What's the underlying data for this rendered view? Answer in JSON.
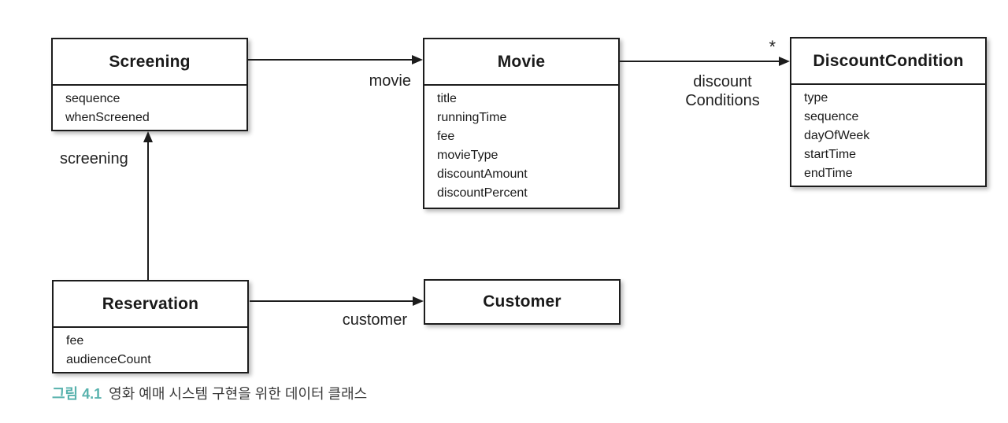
{
  "diagram": {
    "classes": [
      {
        "name": "Screening",
        "attributes": [
          "sequence",
          "whenScreened"
        ]
      },
      {
        "name": "Movie",
        "attributes": [
          "title",
          "runningTime",
          "fee",
          "movieType",
          "discountAmount",
          "discountPercent"
        ]
      },
      {
        "name": "DiscountCondition",
        "attributes": [
          "type",
          "sequence",
          "dayOfWeek",
          "startTime",
          "endTime"
        ]
      },
      {
        "name": "Reservation",
        "attributes": [
          "fee",
          "audienceCount"
        ]
      },
      {
        "name": "Customer",
        "attributes": []
      }
    ],
    "associations": [
      {
        "from": "Screening",
        "to": "Movie",
        "label": "movie"
      },
      {
        "from": "Movie",
        "to": "DiscountCondition",
        "label": "discount\nConditions",
        "multiplicity": "*"
      },
      {
        "from": "Reservation",
        "to": "Screening",
        "label": "screening"
      },
      {
        "from": "Reservation",
        "to": "Customer",
        "label": "customer"
      }
    ]
  },
  "caption": {
    "figure_label": "그림 4.1",
    "text": "영화 예매 시스템 구현을 위한 데이터 클래스"
  },
  "colors": {
    "caption_accent": "#58b2ad",
    "caption_text": "#3a3a3a",
    "line": "#1c1c1c",
    "box_fill": "#ffffff"
  }
}
